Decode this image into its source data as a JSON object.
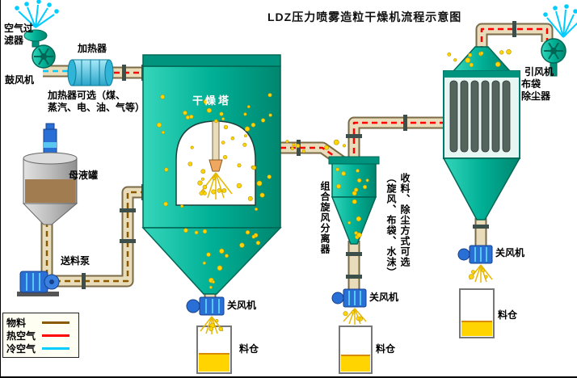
{
  "title": "LDZ压力喷雾造粒干燥机流程示意图",
  "labels": {
    "air_filter": "空气过\n滤器",
    "blower": "鼓风机",
    "heater": "加热器",
    "heater_note": "加热器可选（煤、\n蒸汽、电、油、气等）",
    "drying_tower": "干燥塔",
    "mother_tank": "母液罐",
    "feed_pump": "送料泵",
    "cyclone": "组合旋风分离器",
    "collect_note": "收料、除尘方式可选\n（旋风、布袋、水沫）",
    "bag_filter": "布袋\n除尘器",
    "induced_fan": "引风机",
    "rotary_valve": "关风机",
    "hopper": "料仓"
  },
  "legend": {
    "items": [
      {
        "label": "物料",
        "color": "#8a5a00"
      },
      {
        "label": "热空气",
        "color": "#ff0000"
      },
      {
        "label": "冷空气",
        "color": "#00ccff"
      }
    ]
  },
  "colors": {
    "equipment_teal": "#00b096",
    "pipe_beige": "#e9dcba",
    "pipe_outline": "#7a6a45",
    "particle_yellow": "#ffd400",
    "hot_air": "#ff0000",
    "cold_air": "#00ccff",
    "material": "#8a5a00"
  }
}
